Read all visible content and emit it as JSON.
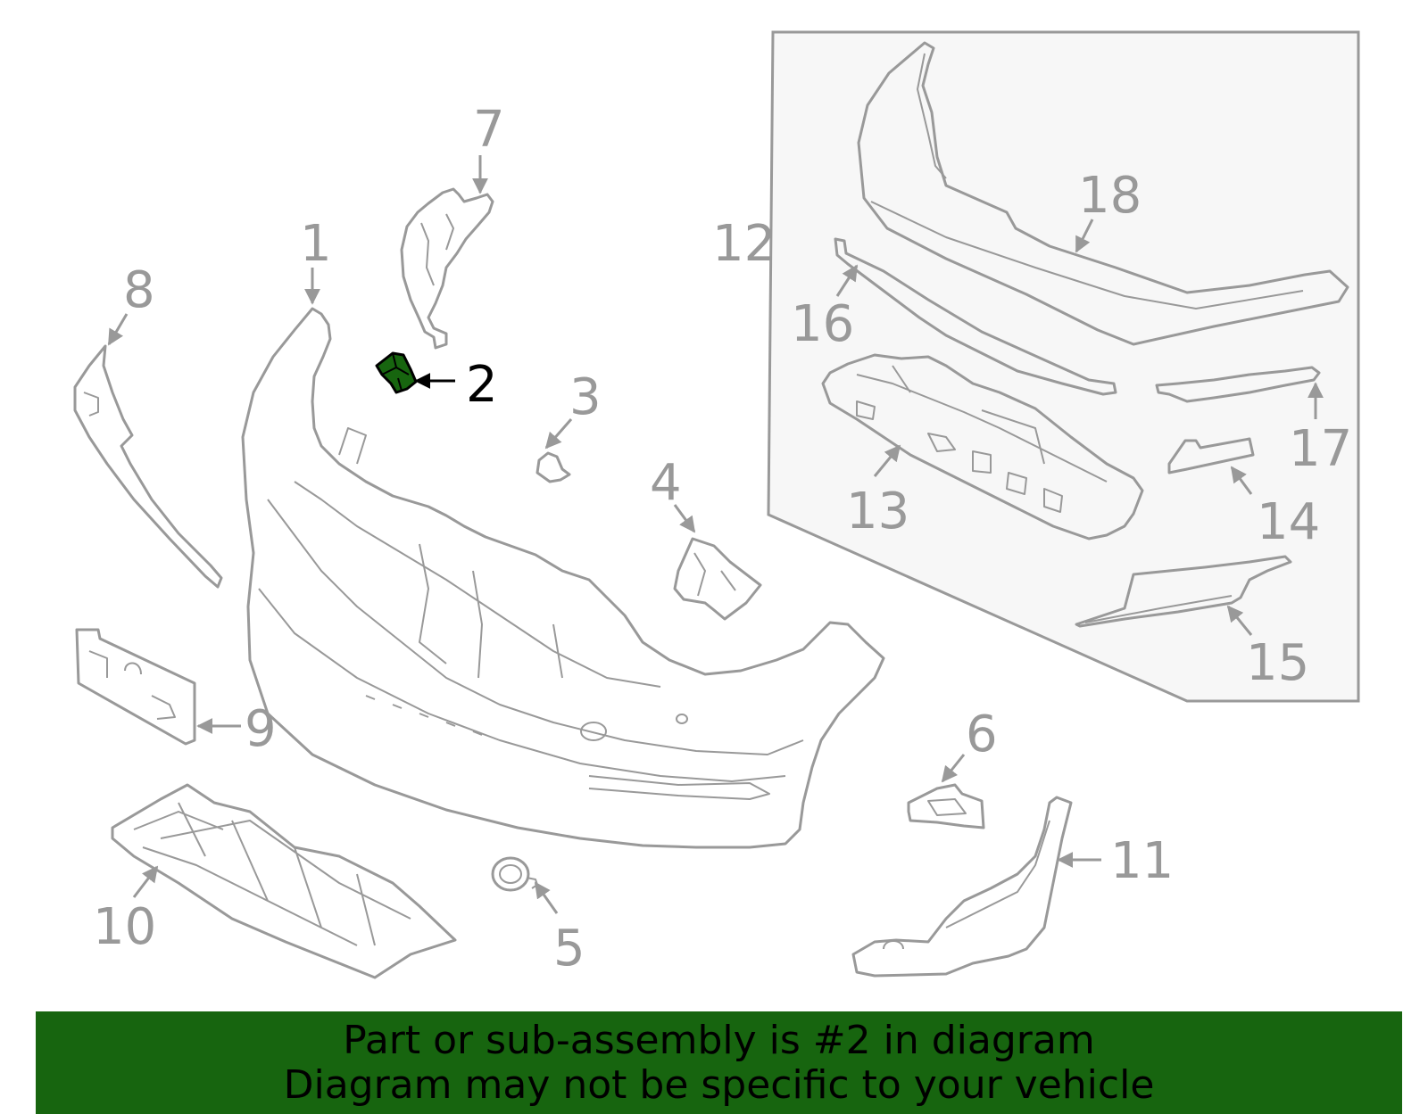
{
  "diagram": {
    "selected_part": "2",
    "highlight_color": "#17650f",
    "line_color": "#999999",
    "callouts": [
      {
        "id": "1",
        "label": "1"
      },
      {
        "id": "2",
        "label": "2"
      },
      {
        "id": "3",
        "label": "3"
      },
      {
        "id": "4",
        "label": "4"
      },
      {
        "id": "5",
        "label": "5"
      },
      {
        "id": "6",
        "label": "6"
      },
      {
        "id": "7",
        "label": "7"
      },
      {
        "id": "8",
        "label": "8"
      },
      {
        "id": "9",
        "label": "9"
      },
      {
        "id": "10",
        "label": "10"
      },
      {
        "id": "11",
        "label": "11"
      },
      {
        "id": "12",
        "label": "12"
      },
      {
        "id": "13",
        "label": "13"
      },
      {
        "id": "14",
        "label": "14"
      },
      {
        "id": "15",
        "label": "15"
      },
      {
        "id": "16",
        "label": "16"
      },
      {
        "id": "17",
        "label": "17"
      },
      {
        "id": "18",
        "label": "18"
      }
    ]
  },
  "banner": {
    "line1": "Part or sub-assembly is #2 in diagram",
    "line2": "Diagram may not be specific to your vehicle",
    "background": "#17650f"
  }
}
